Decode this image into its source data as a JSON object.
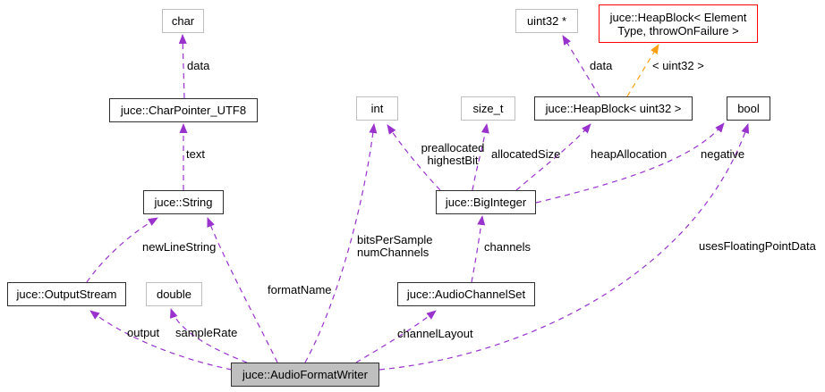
{
  "nodes": {
    "char": {
      "label": "char"
    },
    "charpointer": {
      "label": "juce::CharPointer_UTF8"
    },
    "uint32ptr": {
      "label": "uint32 *"
    },
    "heapblock_template": {
      "label_line1": "juce::HeapBlock< Element",
      "label_line2": "Type, throwOnFailure >"
    },
    "int": {
      "label": "int"
    },
    "size_t": {
      "label": "size_t"
    },
    "heapblock_uint32": {
      "label": "juce::HeapBlock< uint32 >"
    },
    "bool": {
      "label": "bool"
    },
    "string": {
      "label": "juce::String"
    },
    "biginteger": {
      "label": "juce::BigInteger"
    },
    "outputstream": {
      "label": "juce::OutputStream"
    },
    "double": {
      "label": "double"
    },
    "audiochannelset": {
      "label": "juce::AudioChannelSet"
    },
    "audioformatwriter": {
      "label": "juce::AudioFormatWriter"
    }
  },
  "edges": {
    "charpointer_to_char": {
      "label": "data"
    },
    "string_to_charpointer": {
      "label": "text"
    },
    "outputstream_to_string": {
      "label": "newLineString"
    },
    "afw_to_string": {
      "label": "formatName"
    },
    "afw_to_int": {
      "label_line1": "bitsPerSample",
      "label_line2": "numChannels"
    },
    "biginteger_to_int": {
      "label_line1": "preallocated",
      "label_line2": "highestBit"
    },
    "biginteger_to_sizet": {
      "label": "allocatedSize"
    },
    "biginteger_to_heapblock": {
      "label": "heapAllocation"
    },
    "biginteger_to_bool": {
      "label": "negative"
    },
    "heapblock_to_uint32ptr": {
      "label": "data"
    },
    "heapblock_to_template": {
      "label": "< uint32 >"
    },
    "afw_to_outputstream": {
      "label": "output"
    },
    "afw_to_double": {
      "label": "sampleRate"
    },
    "afw_to_channelset": {
      "label": "channelLayout"
    },
    "channelset_to_biginteger": {
      "label": "channels"
    },
    "afw_to_bool": {
      "label": "usesFloatingPointData"
    }
  },
  "colors": {
    "usage_edge": "#9a32cd",
    "template_edge": "#fca114",
    "node_border": "#2f2f2f",
    "external_border": "#bfbfbf",
    "truncated_border": "#fe0000",
    "focus_fill": "#bfbfbf",
    "background": "#ffffff",
    "text": "#000000"
  }
}
